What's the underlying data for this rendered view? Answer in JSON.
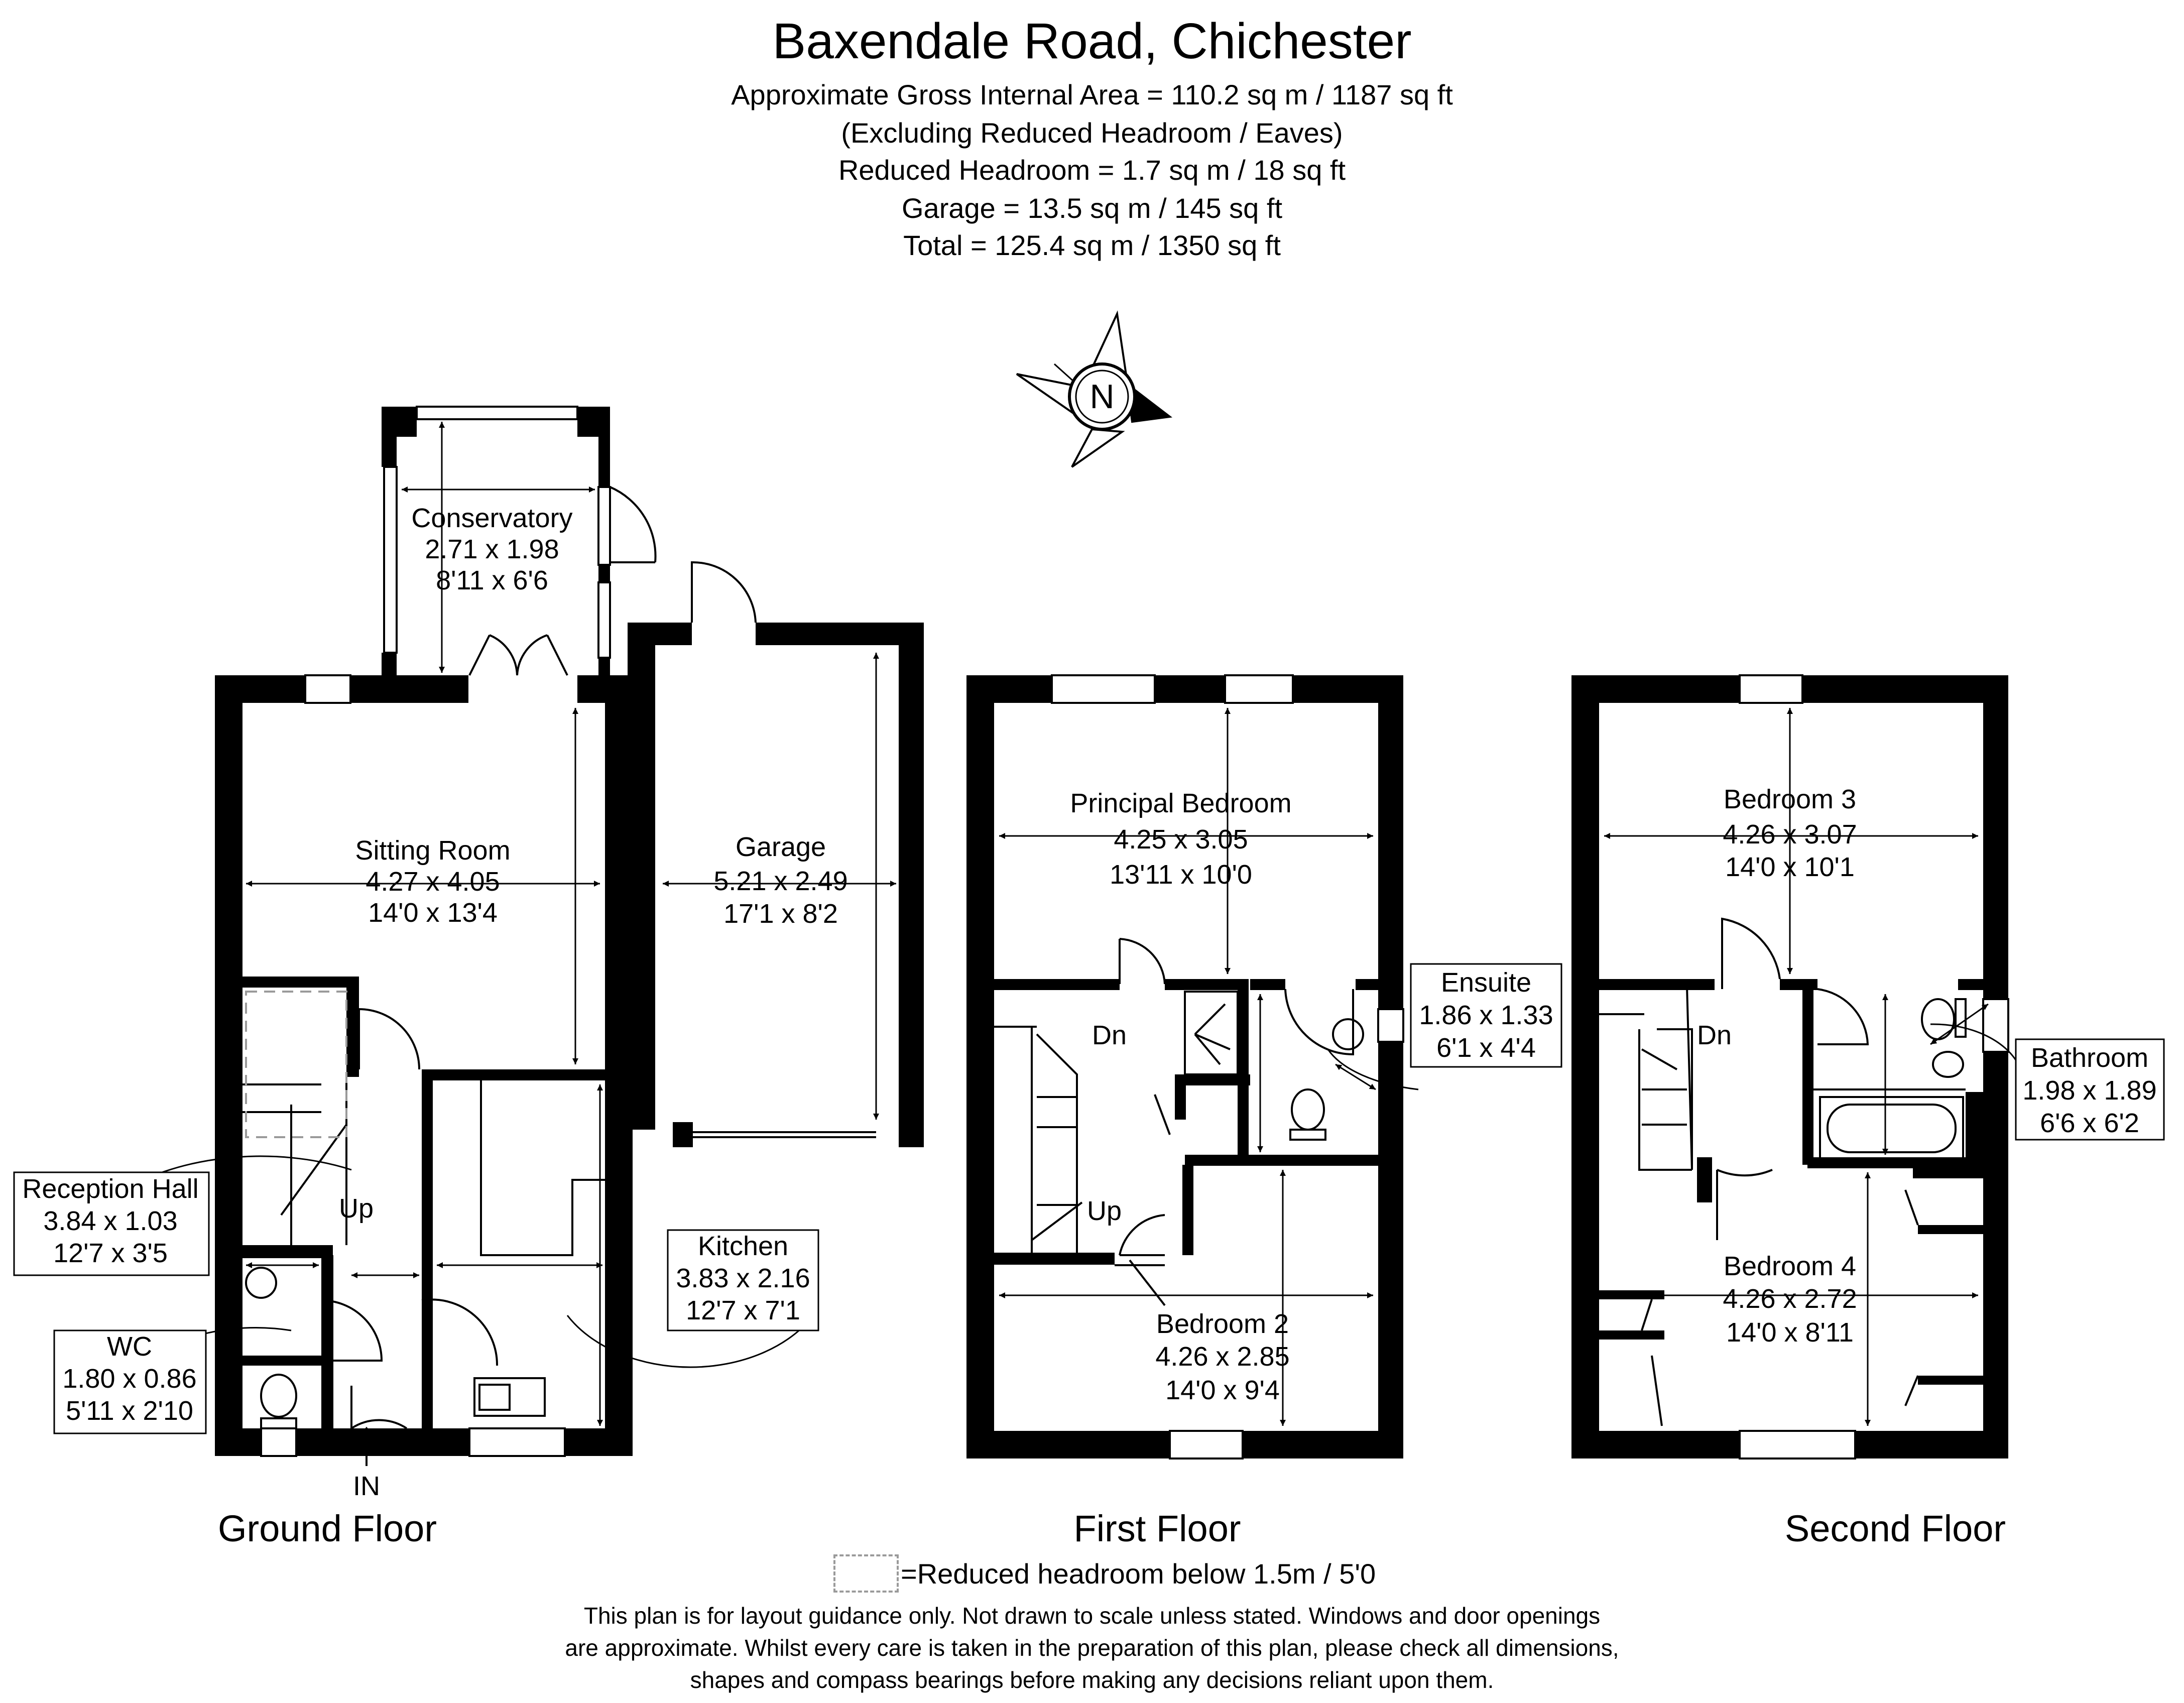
{
  "header": {
    "title": "Baxendale Road, Chichester",
    "lines": [
      "Approximate Gross Internal Area = 110.2 sq m / 1187 sq ft",
      "(Excluding Reduced Headroom / Eaves)",
      "Reduced Headroom = 1.7 sq m / 18 sq ft",
      "Garage = 13.5 sq m / 145 sq ft",
      "Total = 125.4 sq m / 1350 sq ft"
    ]
  },
  "compass": {
    "letter": "N"
  },
  "floors": {
    "ground": "Ground Floor",
    "first": "First Floor",
    "second": "Second Floor"
  },
  "rooms": {
    "conservatory": {
      "name": "Conservatory",
      "metric": "2.71 x 1.98",
      "imperial": "8'11 x 6'6"
    },
    "sitting_room": {
      "name": "Sitting Room",
      "metric": "4.27 x 4.05",
      "imperial": "14'0 x 13'4"
    },
    "garage": {
      "name": "Garage",
      "metric": "5.21 x 2.49",
      "imperial": "17'1 x 8'2"
    },
    "reception_hall": {
      "name": "Reception Hall",
      "metric": "3.84 x 1.03",
      "imperial": "12'7 x 3'5"
    },
    "wc": {
      "name": "WC",
      "metric": "1.80 x 0.86",
      "imperial": "5'11 x 2'10"
    },
    "kitchen": {
      "name": "Kitchen",
      "metric": "3.83 x 2.16",
      "imperial": "12'7 x 7'1"
    },
    "principal_bedroom": {
      "name": "Principal Bedroom",
      "metric": "4.25 x 3.05",
      "imperial": "13'11 x 10'0"
    },
    "ensuite": {
      "name": "Ensuite",
      "metric": "1.86 x 1.33",
      "imperial": "6'1 x 4'4"
    },
    "bedroom_2": {
      "name": "Bedroom 2",
      "metric": "4.26 x 2.85",
      "imperial": "14'0 x 9'4"
    },
    "bedroom_3": {
      "name": "Bedroom 3",
      "metric": "4.26 x 3.07",
      "imperial": "14'0 x 10'1"
    },
    "bathroom": {
      "name": "Bathroom",
      "metric": "1.98 x 1.89",
      "imperial": "6'6 x 6'2"
    },
    "bedroom_4": {
      "name": "Bedroom 4",
      "metric": "4.26 x 2.72",
      "imperial": "14'0 x 8'11"
    }
  },
  "labels": {
    "up_ground": "Up",
    "in": "IN",
    "dn_first": "Dn",
    "up_first": "Up",
    "dn_second": "Dn"
  },
  "legend": {
    "text": "=Reduced headroom below 1.5m / 5'0"
  },
  "disclaimer": [
    "This plan is for layout guidance only. Not drawn to scale unless stated. Windows and door openings",
    "are approximate. Whilst every care is taken in the preparation of this plan, please check all dimensions,",
    "shapes and compass bearings before making any decisions reliant upon them."
  ],
  "colors": {
    "wall": "#000000",
    "background": "#ffffff",
    "legend_dash": "#9a9a9a"
  }
}
